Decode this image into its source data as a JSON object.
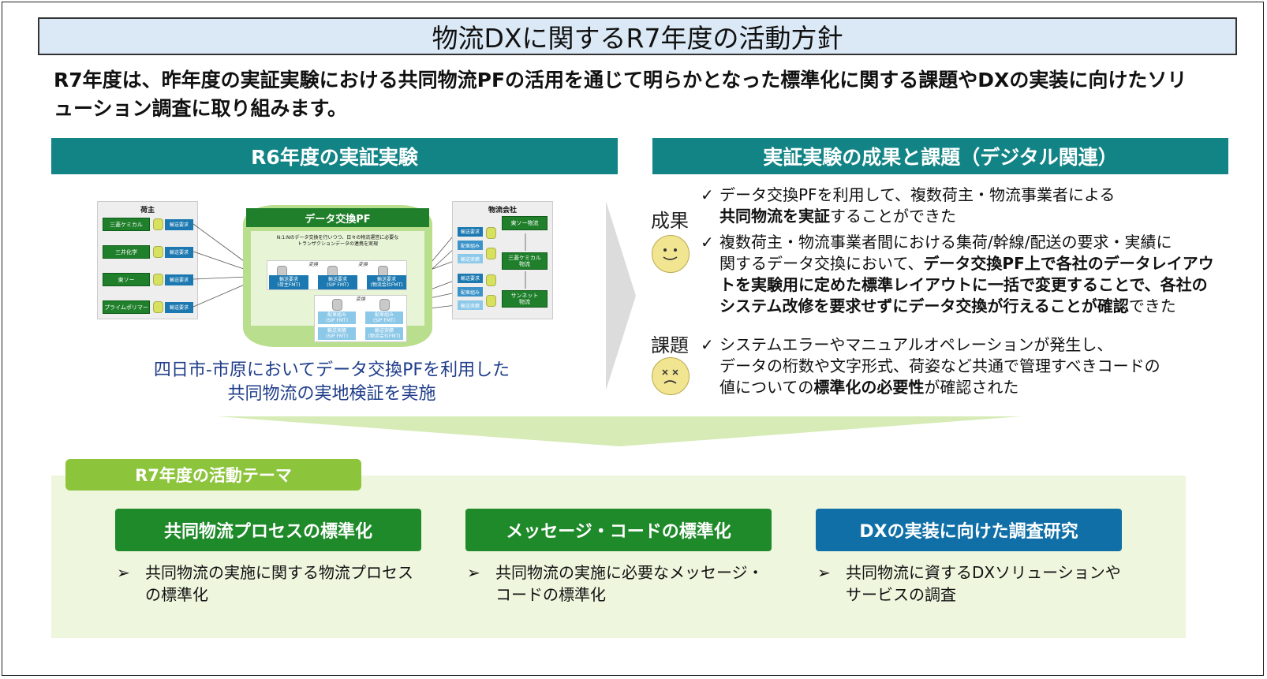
{
  "title": "物流DXに関するR7年度の活動方針",
  "lead": "R7年度は、昨年度の実証実験における共同物流PFの活用を通じて明らかとなった標準化に関する課題やDXの実装に向けたソリューション調査に取り組みます。",
  "left_header": "R6年度の実証実験",
  "right_header": "実証実験の成果と課題（デジタル関連）",
  "diagram": {
    "shippers_title": "荷主",
    "shippers": [
      "三菱ケミカル",
      "三井化学",
      "東ソー",
      "プライムポリマー"
    ],
    "request_label": "輸送要求",
    "pf_title": "データ交換PF",
    "pf_note_1": "N:1:Nのデータ交換を行いつつ、日々の物流運営に必要な",
    "pf_note_2": "トランザクションデータの連携を実現",
    "exchange": "変換",
    "flow1": [
      "輸送要求\n(荷主FMT)",
      "輸送要求\n(SIP FMT)",
      "輸送要求\n(物流会社FMT)"
    ],
    "flow2": [
      "配車組み\n(SIP FMT)",
      "配車組み\n(SIP FMT)",
      "輸送実績\n(SIP FMT)",
      "輸送実績\n(物流会社FMT)"
    ],
    "carriers_title": "物流会社",
    "carriers": [
      "東ソー物流",
      "三菱ケミカル\n物流",
      "サンネット\n物流"
    ],
    "carrier_rows": [
      "輸送要求",
      "配車組み",
      "輸送実績"
    ]
  },
  "caption_line1": "四日市-市原においてデータ交換PFを利用した",
  "caption_line2": "共同物流の実地検証を実施",
  "result_label": "成果",
  "issue_label": "課題",
  "check": "✓",
  "result1_a": "データ交換PFを利用して、複数荷主・物流事業者による",
  "result1_b_bold": "共同物流を実証",
  "result1_b_rest": "することができた",
  "result2_a": "複数荷主・物流事業者間における集荷/幹線/配送の要求・実績に",
  "result2_b": "関するデータ交換において、",
  "result2_b_bold": "データ交換PF上で各社のデータレイアウ",
  "result2_c_bold": "トを実験用に定めた標準レイアウトに一括で変更することで、各社の",
  "result2_d_bold": "システム改修を要求せずにデータ交換が行えることが確認",
  "result2_d_rest": "できた",
  "issue_a": "システムエラーやマニュアルオペレーションが発生し、",
  "issue_b": "データの桁数や文字形式、荷姿など共通で管理すべきコードの",
  "issue_c": "値についての",
  "issue_c_bold": "標準化の必要性",
  "issue_c_rest": "が確認された",
  "theme_tab": "R7年度の活動テーマ",
  "themes": [
    {
      "label": "共同物流プロセスの標準化",
      "desc1": "共同物流の実施に関する物流プロセス",
      "desc2": "の標準化",
      "color": "#1f8a2a"
    },
    {
      "label": "メッセージ・コードの標準化",
      "desc1": "共同物流の実施に必要なメッセージ・",
      "desc2": "コードの標準化",
      "color": "#1f8a2a"
    },
    {
      "label": "DXの実装に向けた調査研究",
      "desc1": "共同物流に資するDXソリューションや",
      "desc2": "サービスの調査",
      "color": "#0f6fa6"
    }
  ],
  "arrow_glyph": "➢"
}
